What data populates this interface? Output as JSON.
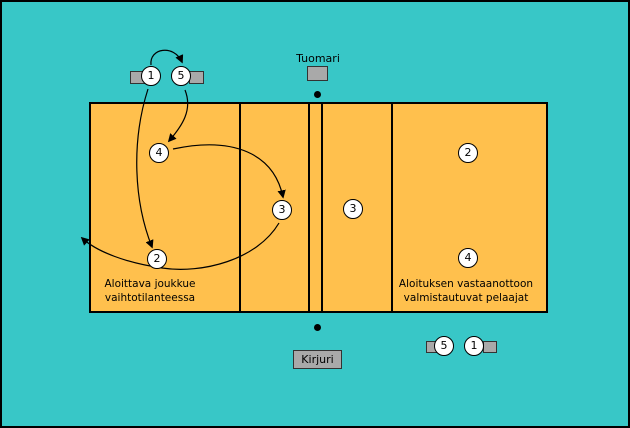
{
  "colors": {
    "background": "#38c7c7",
    "court": "#ffc04d",
    "bench": "#a9a9a9"
  },
  "labels": {
    "referee": "Tuomari",
    "scorer": "Kirjuri",
    "left_note_line1": "Aloittava joukkue",
    "left_note_line2": "vaihtotilanteessa",
    "right_note_line1": "Aloituksen vastaanottoon",
    "right_note_line2": "valmistautuvat pelaajat"
  },
  "players": {
    "substitution_zone_top": [
      "1",
      "5"
    ],
    "court_left": [
      "4",
      "3",
      "2"
    ],
    "court_right": [
      "3",
      "2",
      "4"
    ],
    "substitution_zone_bottom": [
      "5",
      "1"
    ]
  }
}
